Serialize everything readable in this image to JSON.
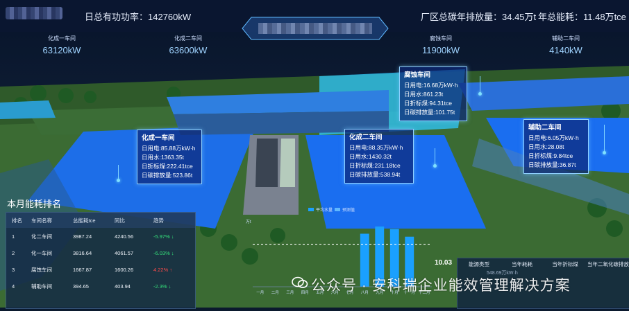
{
  "header": {
    "power_label": "日总有功功率：142760kW",
    "carbon_label": "厂区总碳年排放量：34.45万t",
    "energy_label": "年总能耗：11.48万tce"
  },
  "workshops_top": [
    {
      "name": "化成一车间",
      "value": "63120kW"
    },
    {
      "name": "化成二车间",
      "value": "63600kW"
    },
    {
      "name": "腐蚀车间",
      "value": "11900kW"
    },
    {
      "name": "辅助二车间",
      "value": "4140kW"
    }
  ],
  "callouts": [
    {
      "name": "化成一车间",
      "lines": [
        "日用电:85.88万kW·h",
        "日用水:1363.35t",
        "日折标煤:222.41tce",
        "日碳排放量:523.86t"
      ]
    },
    {
      "name": "化成二车间",
      "lines": [
        "日用电:88.35万kW·h",
        "日用水:1430.32t",
        "日折标煤:231.18tce",
        "日碳排放量:538.94t"
      ]
    },
    {
      "name": "腐蚀车间",
      "lines": [
        "日用电:16.68万kW·h",
        "日用水:861.23t",
        "日折标煤:94.31tce",
        "日碳排放量:101.75t"
      ]
    },
    {
      "name": "辅助二车间",
      "lines": [
        "日用电:6.05万kW·h",
        "日用水:28.08t",
        "日折标煤:9.84tce",
        "日碳排放量:36.87t"
      ]
    }
  ],
  "ranking": {
    "title": "本月能耗排名",
    "headers": [
      "排名",
      "车间名称",
      "总能耗tce",
      "同比",
      "趋势"
    ],
    "rows": [
      {
        "rank": "1",
        "name": "化二车间",
        "total": "3987.24",
        "yoy": "4240.56",
        "trend": "-5.97%",
        "dir": "down"
      },
      {
        "rank": "2",
        "name": "化一车间",
        "total": "3816.64",
        "yoy": "4061.57",
        "trend": "-6.03%",
        "dir": "down"
      },
      {
        "rank": "3",
        "name": "腐蚀车间",
        "total": "1667.87",
        "yoy": "1600.26",
        "trend": "4.22%",
        "dir": "up"
      },
      {
        "rank": "4",
        "name": "辅助车间",
        "total": "394.65",
        "yoy": "403.94",
        "trend": "-2.3%",
        "dir": "down"
      }
    ]
  },
  "chart": {
    "legend_a": "平均水量",
    "legend_b": "预测值",
    "unit_label": "万t",
    "threshold_label": "10.03",
    "month_labels": [
      "一月",
      "二月",
      "三月",
      "四月",
      "五月",
      "六月",
      "七月",
      "八月",
      "九月",
      "十月",
      "十一月",
      "十二月"
    ],
    "colors": {
      "bar": "#1aa0ff",
      "line": "#ffffff"
    }
  },
  "chart_data": {
    "type": "bar",
    "categories": [
      "一月",
      "二月",
      "三月",
      "四月",
      "五月",
      "六月",
      "七月",
      "八月",
      "九月",
      "十月",
      "十一月",
      "十二月"
    ],
    "values": [
      0,
      0,
      0,
      0,
      0,
      0,
      0,
      12.5,
      14.2,
      13.6,
      11.8,
      0
    ],
    "threshold": 10.03,
    "ylim": [
      0,
      16
    ]
  },
  "bottom_right": {
    "headers": [
      "能源类型",
      "当年耗耗",
      "当年折标煤",
      "当年二氧化碳排放"
    ],
    "row_text": "548.69万kW·h"
  },
  "watermark": {
    "text": "公众号 · 安科瑞企业能效管理解决方案"
  }
}
